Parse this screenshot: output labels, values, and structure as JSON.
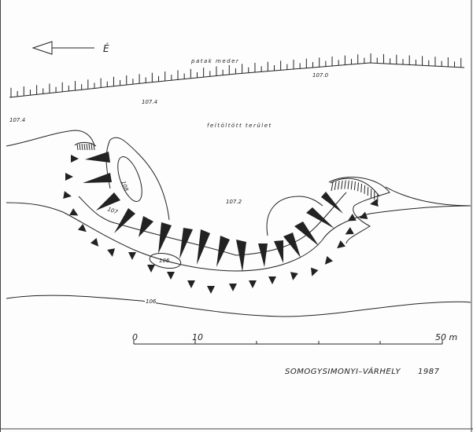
{
  "north_label": "É",
  "labels": {
    "stream_bed": "patak meder",
    "filled_area": "feltöltött terület"
  },
  "spot_heights": [
    "107.0",
    "107.4",
    "107.4",
    "107.2"
  ],
  "contours": [
    "108",
    "107",
    "106",
    "106"
  ],
  "scale": {
    "start": "0",
    "mid": "10",
    "end": "50 m"
  },
  "title": "SOMOGYSIMONYI–VÁRHELY",
  "year": "1987",
  "colors": {
    "ink": "#222222",
    "paper": "#fdfdfd"
  }
}
